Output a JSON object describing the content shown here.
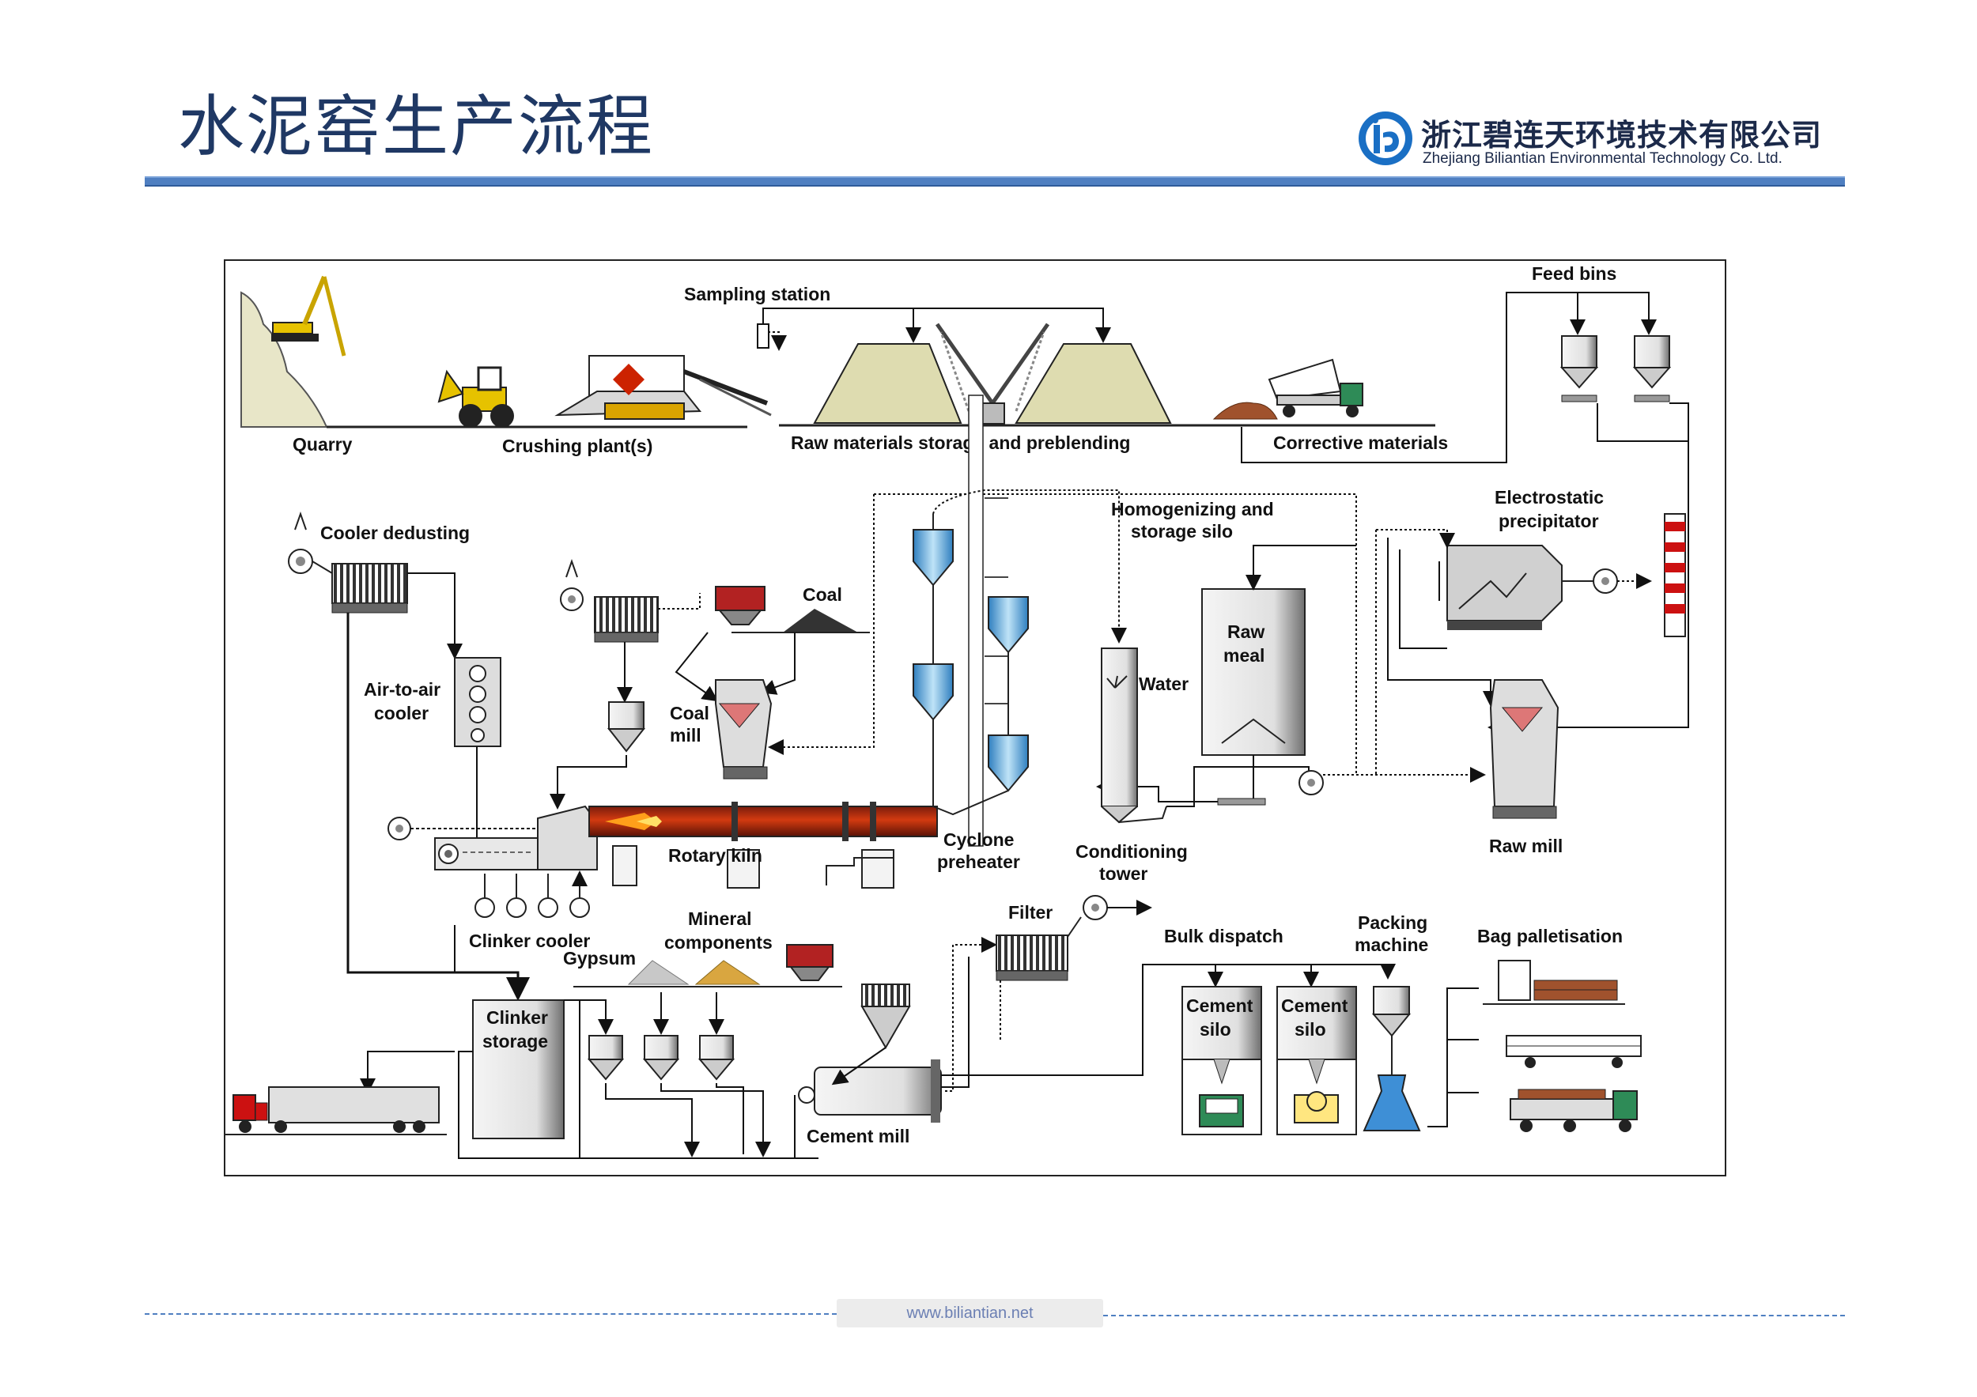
{
  "slide": {
    "title": "水泥窑生产流程",
    "footer_url": "www.biliantian.net"
  },
  "logo": {
    "company_cn": "浙江碧连天环境技术有限公司",
    "company_en": "Zhejiang Biliantian Environmental Technology Co. Ltd.",
    "brand_color": "#1a6fc4"
  },
  "diagram": {
    "labels": {
      "quarry": "Quarry",
      "crushing": "Crushing plant(s)",
      "sampling": "Sampling station",
      "raw_storage": "Raw materials storage and preblending",
      "corrective": "Corrective materials",
      "feed_bins": "Feed bins",
      "cooler_dedusting": "Cooler dedusting",
      "coal": "Coal",
      "homog_1": "Homogenizing and",
      "homog_2": "storage silo",
      "esp_1": "Electrostatic",
      "esp_2": "precipitator",
      "air_cooler_1": "Air-to-air",
      "air_cooler_2": "cooler",
      "coal_mill_1": "Coal",
      "coal_mill_2": "mill",
      "water": "Water",
      "raw_meal_1": "Raw",
      "raw_meal_2": "meal",
      "rotary_kiln": "Rotary kiln",
      "cyclone_1": "Cyclone",
      "cyclone_2": "preheater",
      "cond_1": "Conditioning",
      "cond_2": "tower",
      "raw_mill": "Raw mill",
      "clinker_cooler": "Clinker cooler",
      "mineral_1": "Mineral",
      "mineral_2": "components",
      "gypsum": "Gypsum",
      "filter": "Filter",
      "bulk_dispatch": "Bulk dispatch",
      "packing_1": "Packing",
      "packing_2": "machine",
      "bag_pallet": "Bag palletisation",
      "clinker_storage_1": "Clinker",
      "clinker_storage_2": "storage",
      "cement_silo_1": "Cement",
      "cement_silo_2": "silo",
      "cement_mill": "Cement mill"
    }
  }
}
